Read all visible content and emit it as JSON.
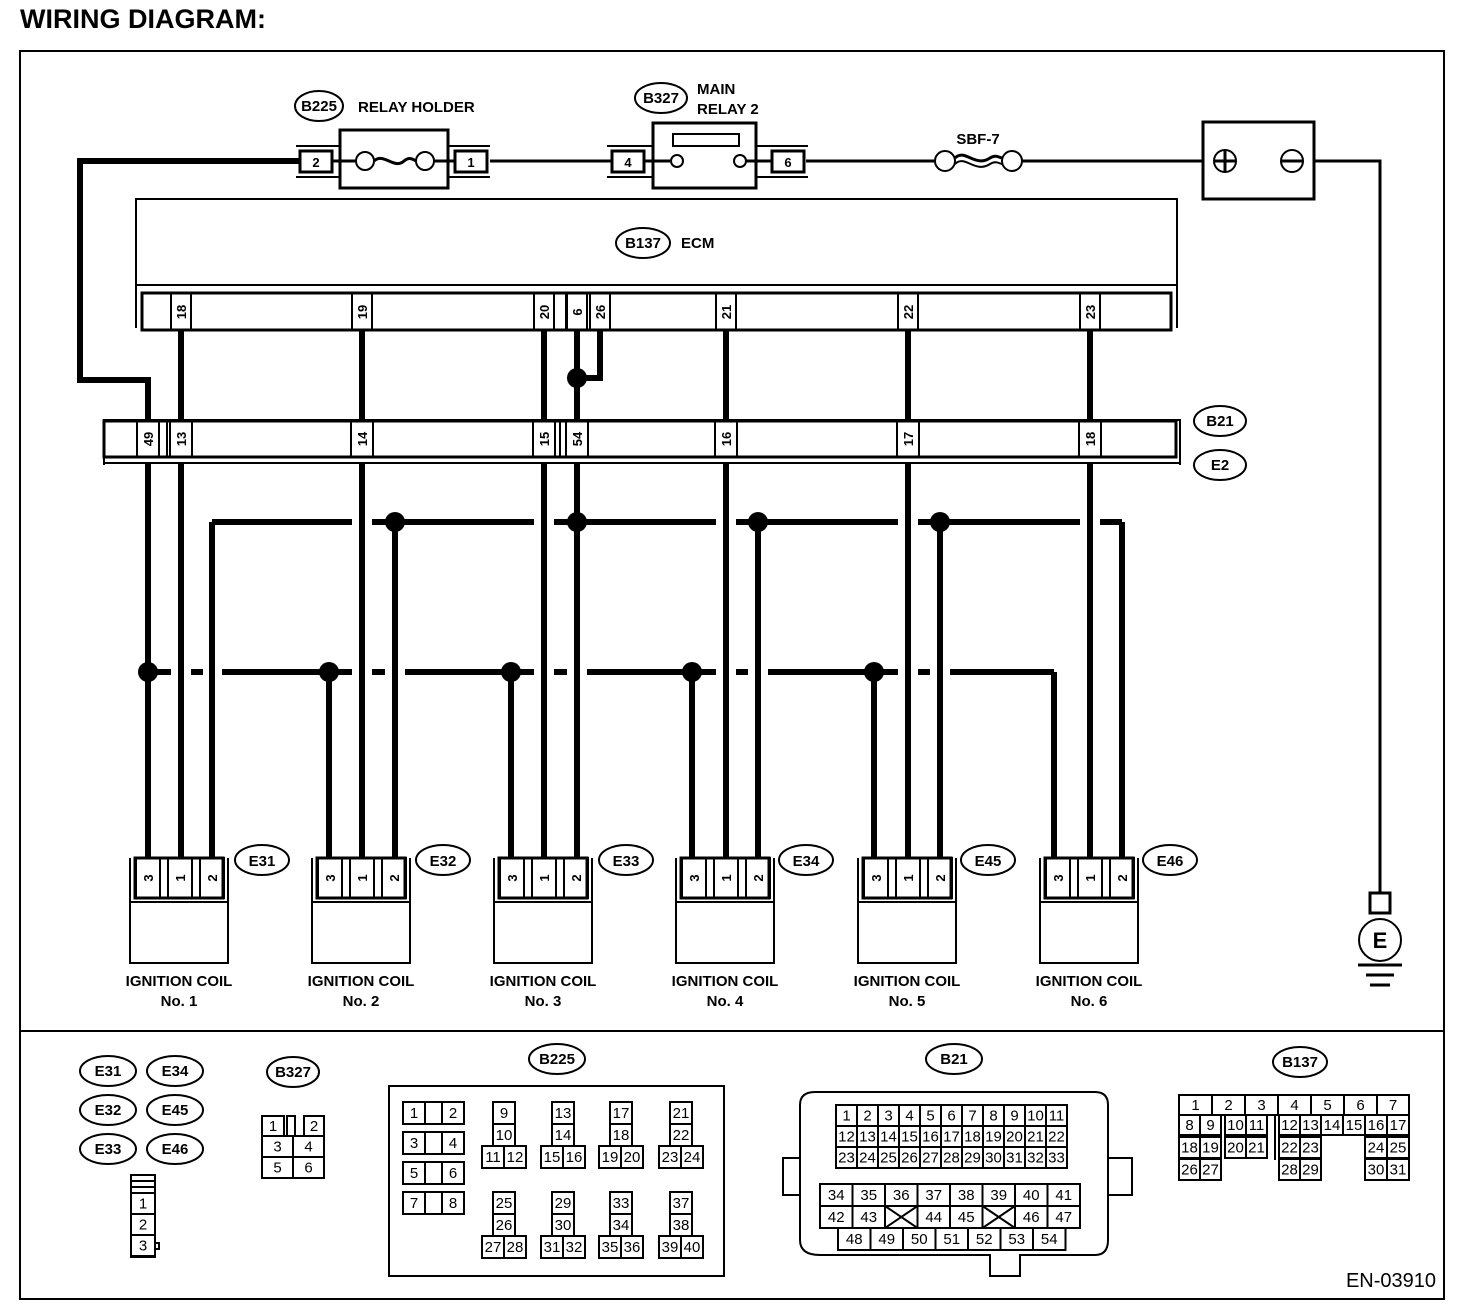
{
  "title": "WIRING DIAGRAM:",
  "doc_id": "EN-03910",
  "components": {
    "relay_holder": {
      "connector": "B225",
      "label": "RELAY HOLDER",
      "pins": [
        "2",
        "1"
      ]
    },
    "main_relay": {
      "connector": "B327",
      "label_line1": "MAIN",
      "label_line2": "RELAY 2",
      "pins": [
        "4",
        "6"
      ]
    },
    "fuse": {
      "label": "SBF-7"
    },
    "battery": {
      "pos_symbol": "+",
      "neg_symbol": "−"
    },
    "ecm": {
      "connector": "B137",
      "label": "ECM",
      "pins": [
        "18",
        "19",
        "20",
        "6",
        "26",
        "21",
        "22",
        "23"
      ]
    },
    "joint": {
      "connectors": [
        "B21",
        "E2"
      ],
      "pins": [
        "49",
        "13",
        "14",
        "15",
        "54",
        "16",
        "17",
        "18"
      ]
    },
    "ground": {
      "label": "E"
    }
  },
  "coils": [
    {
      "connector": "E31",
      "line1": "IGNITION COIL",
      "line2": "No. 1",
      "pins": [
        "3",
        "1",
        "2"
      ]
    },
    {
      "connector": "E32",
      "line1": "IGNITION COIL",
      "line2": "No. 2",
      "pins": [
        "3",
        "1",
        "2"
      ]
    },
    {
      "connector": "E33",
      "line1": "IGNITION COIL",
      "line2": "No. 3",
      "pins": [
        "3",
        "1",
        "2"
      ]
    },
    {
      "connector": "E34",
      "line1": "IGNITION COIL",
      "line2": "No. 4",
      "pins": [
        "3",
        "1",
        "2"
      ]
    },
    {
      "connector": "E45",
      "line1": "IGNITION COIL",
      "line2": "No. 5",
      "pins": [
        "3",
        "1",
        "2"
      ]
    },
    {
      "connector": "E46",
      "line1": "IGNITION COIL",
      "line2": "No. 6",
      "pins": [
        "3",
        "1",
        "2"
      ]
    }
  ],
  "legend": {
    "coil_connectors": [
      "E31",
      "E34",
      "E32",
      "E45",
      "E33",
      "E46"
    ],
    "coil_pins": [
      "1",
      "2",
      "3"
    ],
    "b327": {
      "name": "B327",
      "pins": [
        "1",
        "2",
        "3",
        "4",
        "5",
        "6"
      ]
    },
    "b225": {
      "name": "B225",
      "pairs": [
        [
          "1",
          "2"
        ],
        [
          "3",
          "4"
        ],
        [
          "5",
          "6"
        ],
        [
          "7",
          "8"
        ]
      ],
      "groups": [
        [
          "9",
          "10",
          "11",
          "12"
        ],
        [
          "13",
          "14",
          "15",
          "16"
        ],
        [
          "17",
          "18",
          "19",
          "20"
        ],
        [
          "21",
          "22",
          "23",
          "24"
        ],
        [
          "25",
          "26",
          "27",
          "28"
        ],
        [
          "29",
          "30",
          "31",
          "32"
        ],
        [
          "33",
          "34",
          "35",
          "36"
        ],
        [
          "37",
          "38",
          "39",
          "40"
        ]
      ]
    },
    "b21": {
      "name": "B21",
      "row1": [
        "1",
        "2",
        "3",
        "4",
        "5",
        "6",
        "7",
        "8",
        "9",
        "10",
        "11"
      ],
      "row2": [
        "12",
        "13",
        "14",
        "15",
        "16",
        "17",
        "18",
        "19",
        "20",
        "21",
        "22"
      ],
      "row3": [
        "23",
        "24",
        "25",
        "26",
        "27",
        "28",
        "29",
        "30",
        "31",
        "32",
        "33"
      ],
      "row4": [
        "34",
        "35",
        "36",
        "37",
        "38",
        "39",
        "40",
        "41"
      ],
      "row5": [
        "42",
        "43",
        "X",
        "44",
        "45",
        "X",
        "46",
        "47"
      ],
      "row6": [
        "48",
        "49",
        "50",
        "51",
        "52",
        "53",
        "54"
      ]
    },
    "b137": {
      "name": "B137",
      "row1": [
        "1",
        "2",
        "3",
        "4",
        "5",
        "6",
        "7"
      ],
      "row2": [
        "8",
        "9",
        "10",
        "11",
        "12",
        "13",
        "14",
        "15",
        "16",
        "17"
      ],
      "row3": [
        "18",
        "19",
        "20",
        "21",
        "22",
        "23",
        "24",
        "25"
      ],
      "row4": [
        "26",
        "27",
        "28",
        "29",
        "30",
        "31"
      ]
    }
  }
}
